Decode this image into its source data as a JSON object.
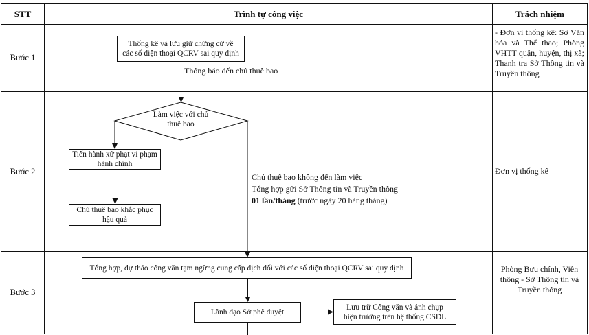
{
  "header": {
    "stt": "STT",
    "steps": "Trình tự công việc",
    "responsibility": "Trách nhiệm"
  },
  "rows": [
    {
      "label": "Bước 1",
      "responsibility": "- Đơn vị thống kê: Sở Văn hóa và Thể thao; Phòng VHTT quận, huyện, thị xã; Thanh tra Sở Thông tin và Truyền thông"
    },
    {
      "label": "Bước 2",
      "responsibility": "Đơn vị thống kê"
    },
    {
      "label": "Bước 3",
      "responsibility": "Phòng Bưu chính, Viễn thông - Sở Thông tin và Truyền thông"
    }
  ],
  "flow": {
    "box_stats_line1": "Thống kê và lưu giữ chứng cứ về",
    "box_stats_line2": "các số điện thoại QCRV sai quy định",
    "notify_owner": "Thông báo đến chủ thuê bao",
    "decision_line1": "Làm việc với chủ",
    "decision_line2": "thuê bao",
    "box_penalty_line1": "Tiến hành xử phạt vi phạm",
    "box_penalty_line2": "hành chính",
    "box_remedy_line1": "Chủ thuê bao khắc phục",
    "box_remedy_line2": "hậu quả",
    "no_show": "Chủ thuê bao không đến làm việc",
    "summary_send": "Tổng hợp gửi Sở Thông tin và Truyền thông",
    "frequency_bold": "01 lần/tháng",
    "frequency_rest": " (trước ngày 20 hàng tháng)",
    "box_draft": "Tổng hợp, dự thảo công văn tạm ngừng cung cấp dịch đối với các số điện thoại QCRV sai quy định",
    "box_approve": "Lãnh đạo Sở phê duyệt",
    "box_archive_line1": "Lưu trữ Công văn và ảnh chụp",
    "box_archive_line2": "hiện trường trên hệ thống CSDL"
  }
}
